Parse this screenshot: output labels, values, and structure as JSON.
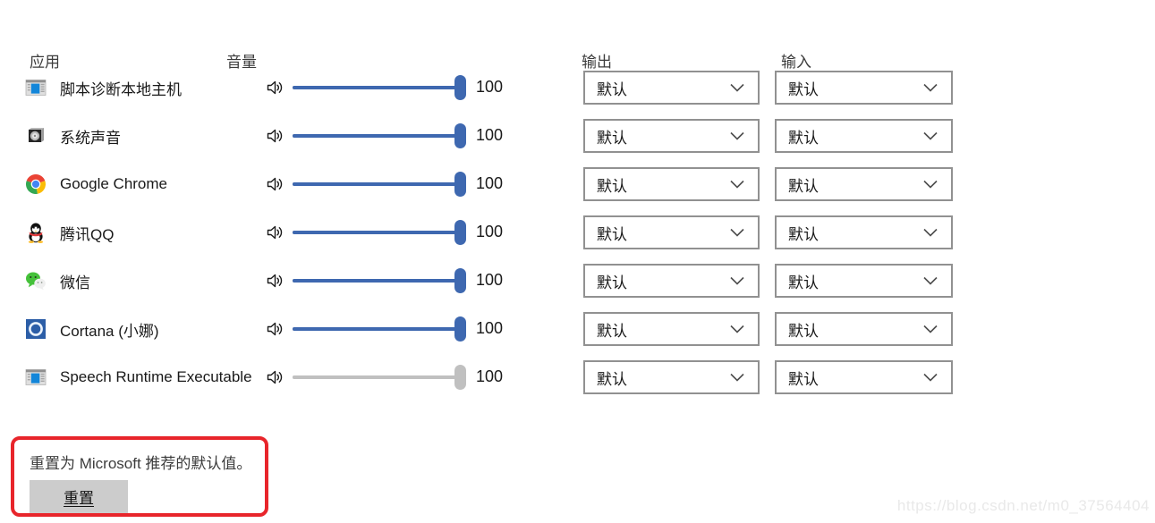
{
  "headers": {
    "apps": "应用",
    "volume": "音量",
    "output": "输出",
    "input": "输入"
  },
  "apps": [
    {
      "name": "脚本诊断本地主机",
      "icon": "script-host-window-icon",
      "volume": 100,
      "output": "默认",
      "input": "默认",
      "enabled": true
    },
    {
      "name": "系统声音",
      "icon": "system-sounds-icon",
      "volume": 100,
      "output": "默认",
      "input": "默认",
      "enabled": true
    },
    {
      "name": "Google Chrome",
      "icon": "chrome-icon",
      "volume": 100,
      "output": "默认",
      "input": "默认",
      "enabled": true
    },
    {
      "name": "腾讯QQ",
      "icon": "qq-icon",
      "volume": 100,
      "output": "默认",
      "input": "默认",
      "enabled": true
    },
    {
      "name": "微信",
      "icon": "wechat-icon",
      "volume": 100,
      "output": "默认",
      "input": "默认",
      "enabled": true
    },
    {
      "name": "Cortana (小娜)",
      "icon": "cortana-icon",
      "volume": 100,
      "output": "默认",
      "input": "默认",
      "enabled": true
    },
    {
      "name": "Speech Runtime Executable",
      "icon": "speech-runtime-window-icon",
      "volume": 100,
      "output": "默认",
      "input": "默认",
      "enabled": false
    }
  ],
  "reset": {
    "description": "重置为 Microsoft 推荐的默认值。",
    "button_label": "重置"
  },
  "watermark": "https://blog.csdn.net/m0_37564404",
  "colors": {
    "accent": "#3e68b0",
    "disabled_slider": "#c0c0c0",
    "annotation": "#e8252b",
    "button_bg": "#cccccc",
    "dropdown_border": "#919191"
  }
}
